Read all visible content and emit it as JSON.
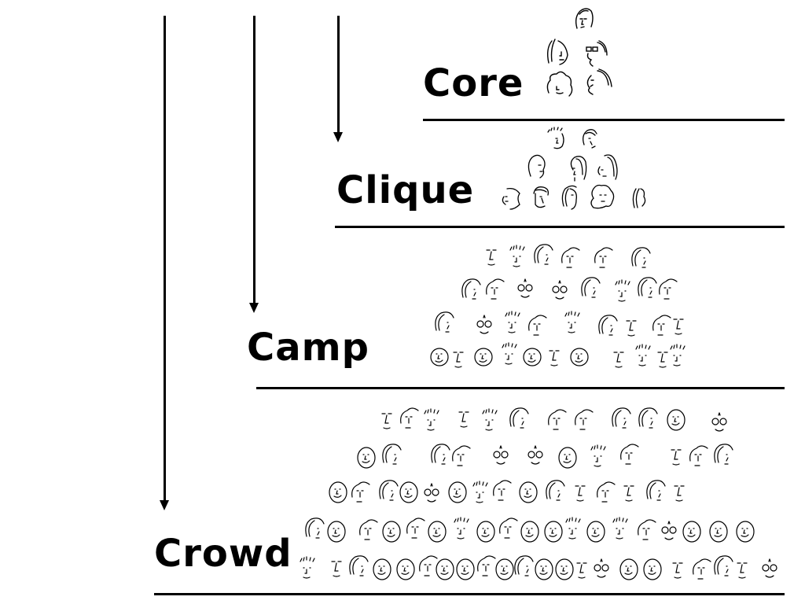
{
  "diagram": {
    "type": "nested-audience-pyramid",
    "tiers": [
      {
        "id": "core",
        "label": "Core",
        "face_rows": [
          1,
          2,
          2
        ]
      },
      {
        "id": "clique",
        "label": "Clique",
        "face_rows": [
          2,
          3,
          5
        ]
      },
      {
        "id": "camp",
        "label": "Camp",
        "face_rows": [
          6,
          8,
          9,
          11
        ]
      },
      {
        "id": "crowd",
        "label": "Crowd",
        "face_rows": [
          12,
          12,
          15,
          19,
          22
        ]
      }
    ],
    "arrows": [
      {
        "from": "top",
        "to": "clique",
        "direction": "down"
      },
      {
        "from": "top",
        "to": "camp",
        "direction": "down"
      },
      {
        "from": "top",
        "to": "crowd",
        "direction": "down"
      }
    ],
    "colors": {
      "ink": "#000000",
      "background": "#ffffff"
    }
  }
}
